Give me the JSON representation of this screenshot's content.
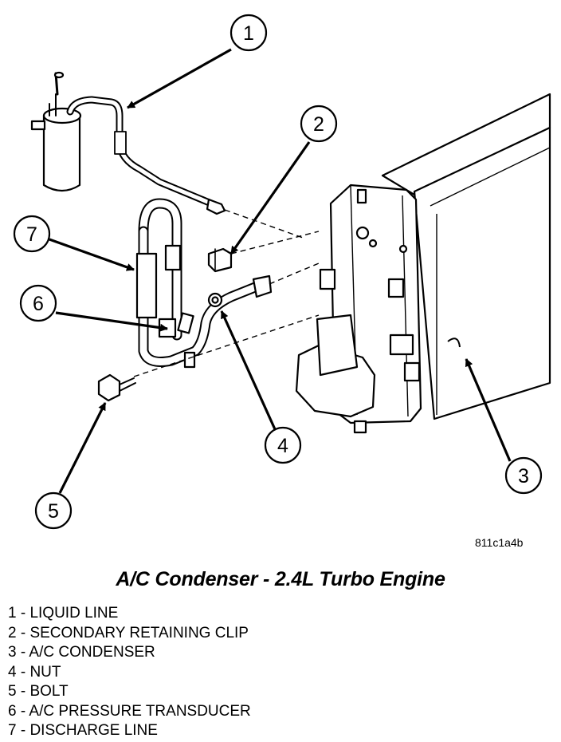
{
  "figure": {
    "id": "811c1a4b",
    "title": "A/C Condenser - 2.4L Turbo Engine"
  },
  "callouts": [
    "1",
    "2",
    "3",
    "4",
    "5",
    "6",
    "7"
  ],
  "legend": [
    "1 - LIQUID LINE",
    "2 - SECONDARY RETAINING CLIP",
    "3 - A/C CONDENSER",
    "4 - NUT",
    "5 - BOLT",
    "6 - A/C PRESSURE TRANSDUCER",
    "7 - DISCHARGE LINE"
  ]
}
